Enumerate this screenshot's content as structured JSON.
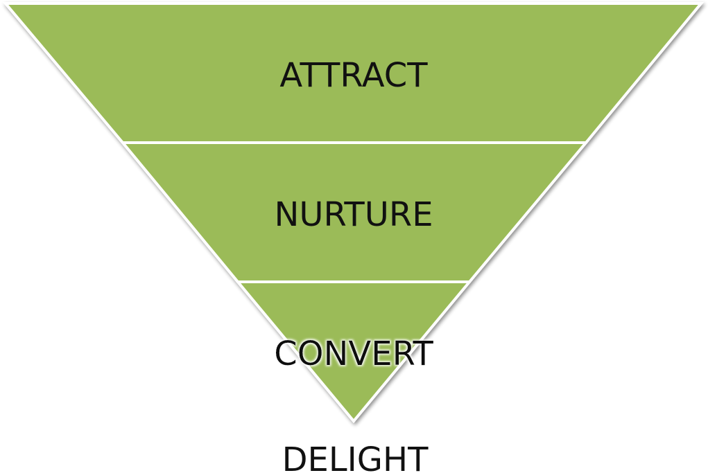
{
  "colors": {
    "fill": "#9bbb59",
    "stroke": "#ffffff",
    "text": "#111111",
    "shadow": "#8c8c8c"
  },
  "funnel": {
    "stages": [
      {
        "label": "ATTRACT"
      },
      {
        "label": "NURTURE"
      },
      {
        "label": "CONVERT"
      }
    ],
    "footer_label": "DELIGHT"
  }
}
